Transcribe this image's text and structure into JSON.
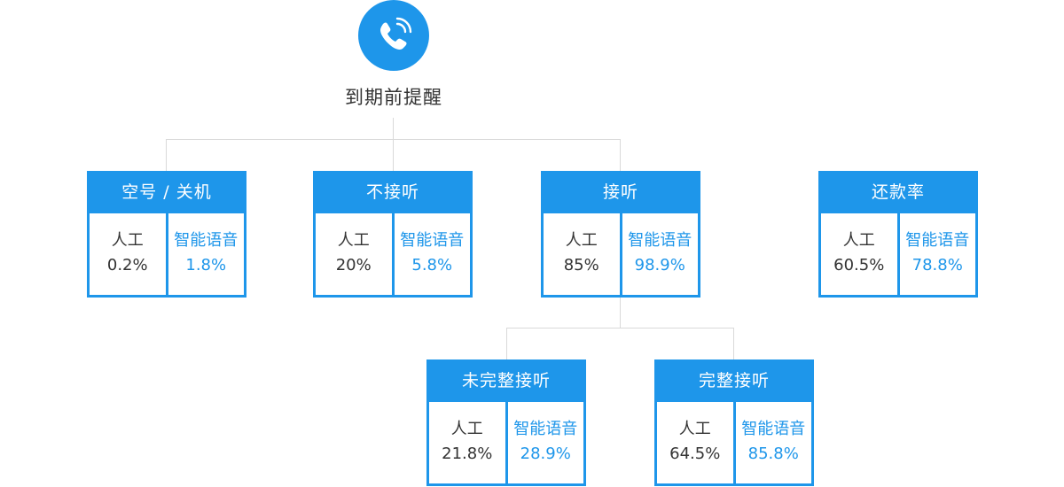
{
  "root": {
    "title": "到期前提醒",
    "icon": "phone-icon"
  },
  "colors": {
    "accent": "#1e96ea",
    "line": "#d9d9d9",
    "text": "#333333"
  },
  "nodes": [
    {
      "id": "empty-number-off",
      "title": "空号 / 关机",
      "manual_label": "人工",
      "manual_value": "0.2%",
      "ai_label": "智能语音",
      "ai_value": "1.8%"
    },
    {
      "id": "not-answered",
      "title": "不接听",
      "manual_label": "人工",
      "manual_value": "20%",
      "ai_label": "智能语音",
      "ai_value": "5.8%"
    },
    {
      "id": "answered",
      "title": "接听",
      "manual_label": "人工",
      "manual_value": "85%",
      "ai_label": "智能语音",
      "ai_value": "98.9%"
    },
    {
      "id": "repayment-rate",
      "title": "还款率",
      "manual_label": "人工",
      "manual_value": "60.5%",
      "ai_label": "智能语音",
      "ai_value": "78.8%"
    },
    {
      "id": "incomplete-answer",
      "title": "未完整接听",
      "manual_label": "人工",
      "manual_value": "21.8%",
      "ai_label": "智能语音",
      "ai_value": "28.9%"
    },
    {
      "id": "complete-answer",
      "title": "完整接听",
      "manual_label": "人工",
      "manual_value": "64.5%",
      "ai_label": "智能语音",
      "ai_value": "85.8%"
    }
  ]
}
